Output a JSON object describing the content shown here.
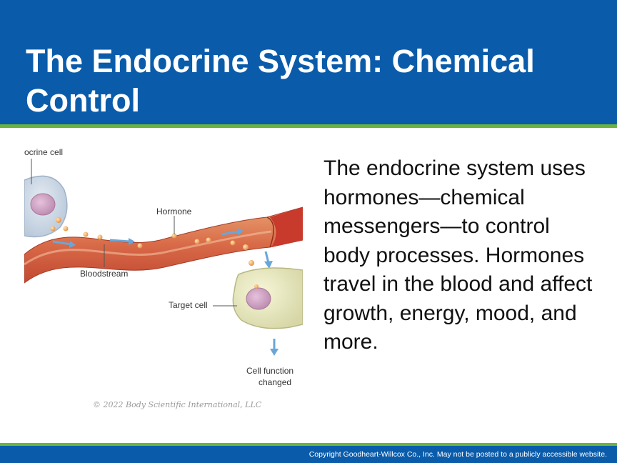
{
  "slide": {
    "title": "The Endocrine System: Chemical Control",
    "body": "The endocrine system uses hormones—chemical messengers—to control body processes. Hormones travel in the blood and affect growth, energy, mood, and more.",
    "footer": "Copyright Goodheart-Willcox Co., Inc.  May not be posted to a publicly accessible website."
  },
  "figure": {
    "labels": {
      "endocrine_cell": "ocrine cell",
      "hormone": "Hormone",
      "bloodstream": "Bloodstream",
      "target_cell": "Target cell",
      "cell_function_line1": "Cell function",
      "cell_function_line2": "changed"
    },
    "credit": "© 2022 Body Scientific International, LLC"
  },
  "colors": {
    "header_blue": "#0a5cab",
    "accent_green": "#6cb33e",
    "vessel_red": "#c8432e",
    "hormone_orange": "#f0a860",
    "flow_arrow_blue": "#6aa6d8"
  }
}
